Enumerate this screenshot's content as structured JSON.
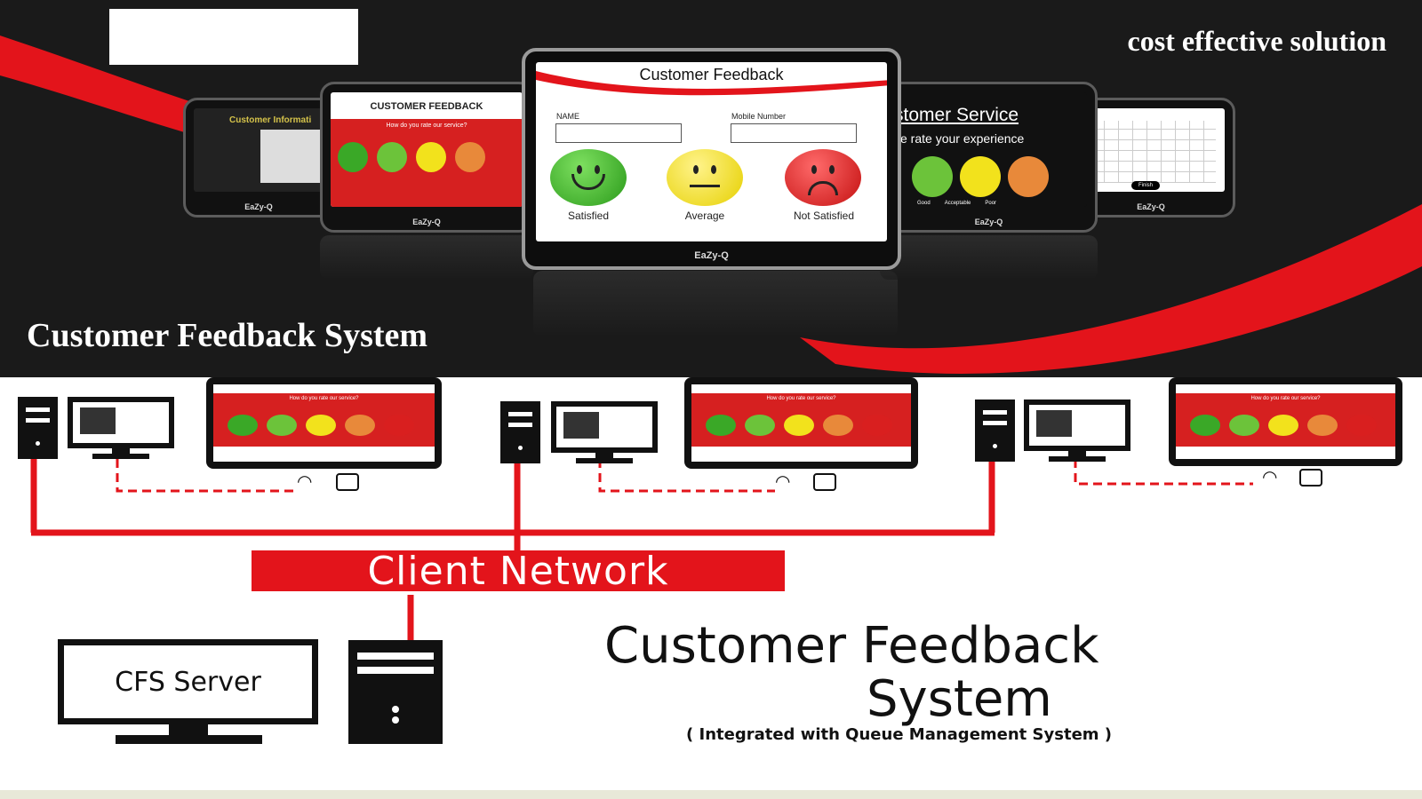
{
  "banner": {
    "tagline": "cost effective solution",
    "title": "Customer Feedback System",
    "main_tablet": {
      "title": "Customer Feedback",
      "name_label": "NAME",
      "mobile_label": "Mobile Number",
      "ratings": [
        "Satisfied",
        "Average",
        "Not Satisfied"
      ],
      "brand": "EaZy-Q"
    },
    "tablet_left_inner": {
      "title": "CUSTOMER FEEDBACK",
      "question": "How do you rate our service?",
      "brand": "EaZy-Q"
    },
    "tablet_left_outer": {
      "title": "Customer Informati",
      "brand": "EaZy-Q"
    },
    "tablet_right_inner": {
      "title": "stomer Service",
      "subtitle": "se rate your experience",
      "ratings": [
        "Good",
        "Acceptable",
        "Poor"
      ],
      "brand": "EaZy-Q"
    },
    "tablet_right_outer": {
      "button": "Finish",
      "brand": "EaZy-Q"
    }
  },
  "diagram": {
    "kiosk_question": "How do you rate our service?",
    "network_label": "Client Network",
    "server_label": "CFS Server",
    "title_line1": "Customer Feedback",
    "title_line2": "System",
    "subtitle": "( Integrated with Queue Management System )"
  },
  "colors": {
    "accent_red": "#e3141b",
    "banner_bg": "#1a1a1a",
    "smiley_green": "#3aa827",
    "smiley_yellow": "#f2e21c",
    "smiley_red": "#d91f1f",
    "smiley_orange": "#e8893a"
  },
  "icons": [
    "wifi-icon",
    "power-socket-icon",
    "tower-pc-icon",
    "monitor-icon",
    "smiley-icon"
  ]
}
